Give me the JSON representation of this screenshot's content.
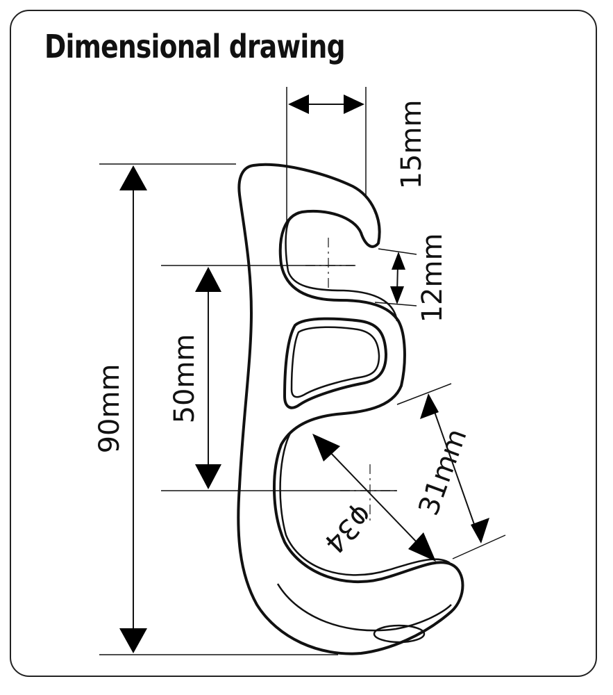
{
  "title": "Dimensional drawing",
  "dimensions": {
    "width_top": "15mm",
    "hole_small": "12mm",
    "offset": "50mm",
    "height_total": "90mm",
    "opening": "31mm",
    "diameter": "φ34"
  }
}
